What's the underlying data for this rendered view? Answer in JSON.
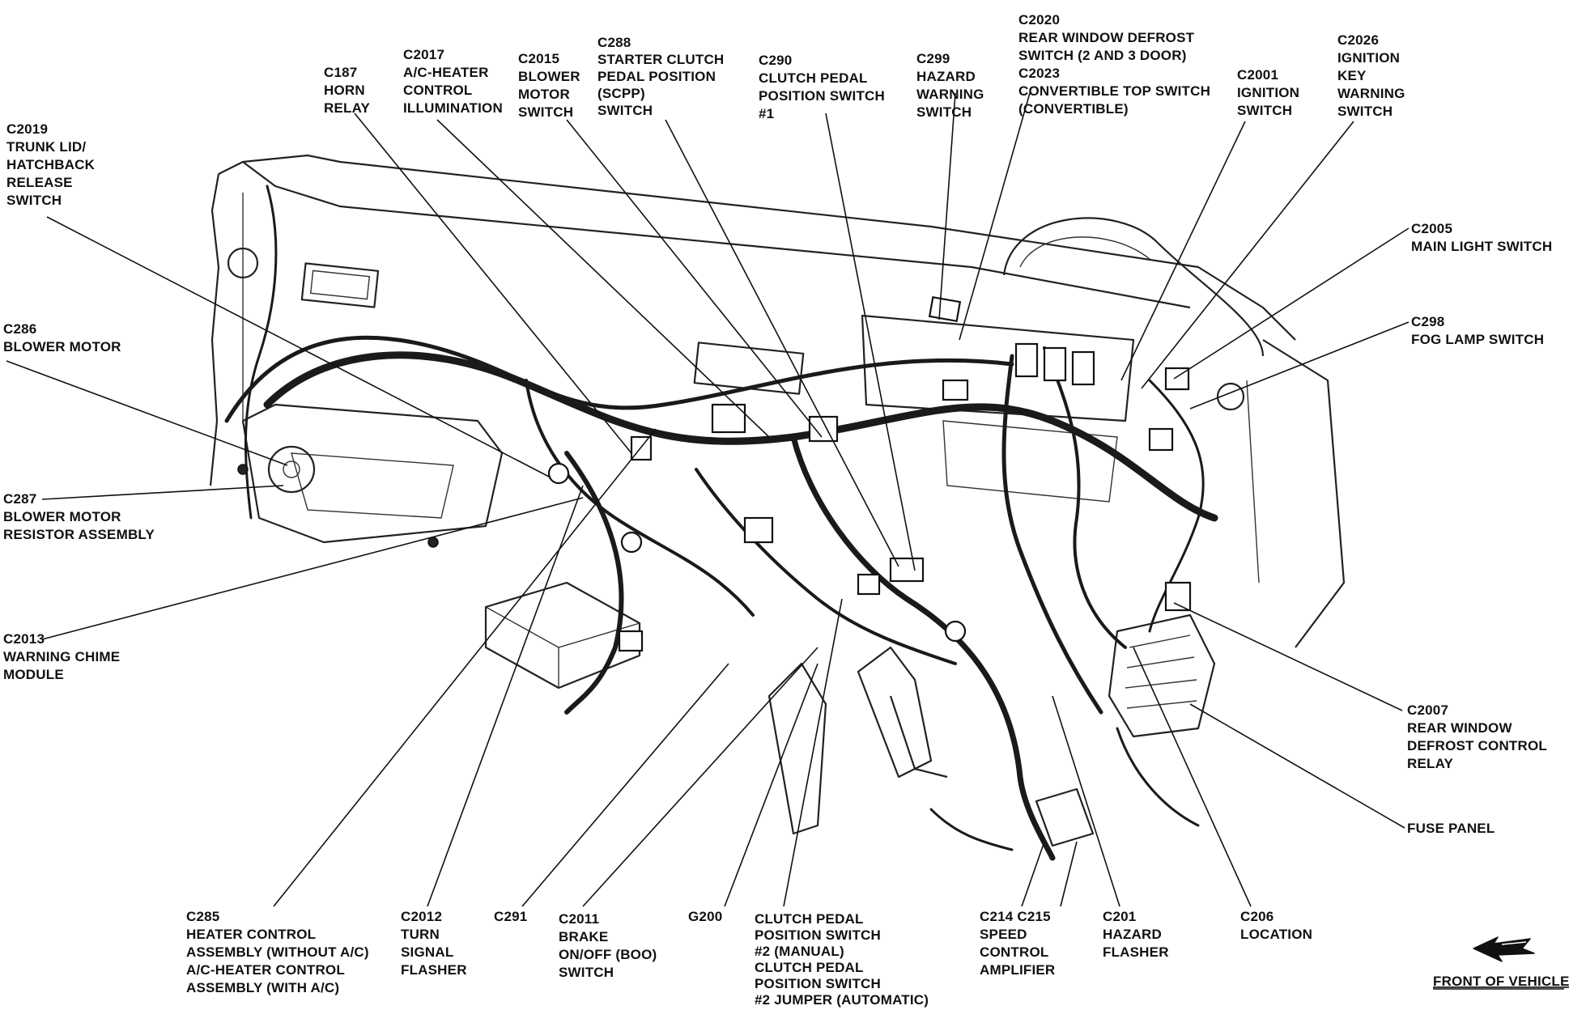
{
  "callouts": {
    "c2019": [
      "C2019",
      "TRUNK LID/",
      "HATCHBACK",
      "RELEASE",
      "SWITCH"
    ],
    "c187": [
      "C187",
      "HORN",
      "RELAY"
    ],
    "c2017": [
      "C2017",
      "A/C-HEATER",
      "CONTROL",
      "ILLUMINATION"
    ],
    "c2015": [
      "C2015",
      "BLOWER",
      "MOTOR",
      "SWITCH"
    ],
    "c288": [
      "C288",
      "STARTER CLUTCH",
      "PEDAL POSITION",
      "(SCPP)",
      "SWITCH"
    ],
    "c290": [
      "C290",
      "CLUTCH PEDAL",
      "POSITION SWITCH",
      "#1"
    ],
    "c299": [
      "C299",
      "HAZARD",
      "WARNING",
      "SWITCH"
    ],
    "c2020": [
      "C2020",
      "REAR WINDOW DEFROST",
      "SWITCH  (2 AND 3 DOOR)",
      "C2023",
      "CONVERTIBLE TOP SWITCH",
      "(CONVERTIBLE)"
    ],
    "c2001": [
      "C2001",
      "IGNITION",
      "SWITCH"
    ],
    "c2026": [
      "C2026",
      "IGNITION",
      "KEY",
      "WARNING",
      "SWITCH"
    ],
    "c2005": [
      "C2005",
      "MAIN LIGHT SWITCH"
    ],
    "c298": [
      "C298",
      "FOG LAMP SWITCH"
    ],
    "c286": [
      "C286",
      "BLOWER MOTOR"
    ],
    "c287": [
      "C287",
      "BLOWER MOTOR",
      "RESISTOR ASSEMBLY"
    ],
    "c2013": [
      "C2013",
      "WARNING CHIME",
      "MODULE"
    ],
    "c2007": [
      "C2007",
      "REAR WINDOW",
      "DEFROST CONTROL",
      "RELAY"
    ],
    "fuse_panel": [
      "FUSE PANEL"
    ],
    "c285": [
      "C285",
      "HEATER CONTROL",
      "ASSEMBLY (WITHOUT A/C)",
      "A/C-HEATER CONTROL",
      "ASSEMBLY (WITH A/C)"
    ],
    "c2012": [
      "C2012",
      "TURN",
      "SIGNAL",
      "FLASHER"
    ],
    "c291": [
      "C291"
    ],
    "c2011": [
      "C2011",
      "BRAKE",
      "ON/OFF (BOO)",
      "SWITCH"
    ],
    "g200": [
      "G200"
    ],
    "clutch2": [
      "CLUTCH PEDAL",
      "POSITION SWITCH",
      "#2 (MANUAL)",
      "CLUTCH PEDAL",
      "POSITION SWITCH",
      "#2 JUMPER (AUTOMATIC)"
    ],
    "c214": [
      "C214 C215",
      "SPEED",
      "CONTROL",
      "AMPLIFIER"
    ],
    "c201": [
      "C201",
      "HAZARD",
      "FLASHER"
    ],
    "c206": [
      "C206",
      "LOCATION"
    ]
  },
  "front_of_vehicle": "FRONT OF VEHICLE",
  "icons": {
    "direction_arrow": "arrow-left-icon"
  }
}
